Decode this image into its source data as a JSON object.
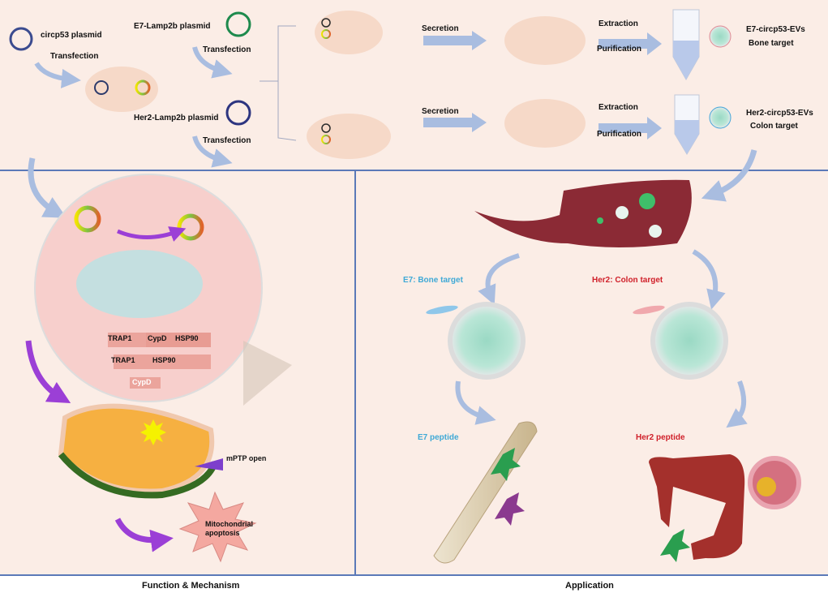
{
  "figure": {
    "sections": {
      "function_mechanism": "Function & Mechanism",
      "application": "Application"
    },
    "top": {
      "circp53_plasmid": "circp53 plasmid",
      "transfection_1": "Transfection",
      "e7_plasmid": "E7-Lamp2b plasmid",
      "transfection_2": "Transfection",
      "her2_plasmid": "Her2-Lamp2b plasmid",
      "transfection_3": "Transfection",
      "secretion_1": "Secretion",
      "secretion_2": "Secretion",
      "extraction_1": "Extraction",
      "purification_1": "Purification",
      "extraction_2": "Extraction",
      "purification_2": "Purification",
      "e7_evs": "E7-circp53-EVs",
      "e7_target": "Bone target",
      "her2_evs": "Her2-circp53-EVs",
      "her2_target": "Colon target"
    },
    "mechanism": {
      "complex_row1": [
        "TRAP1",
        "CypD",
        "HSP90"
      ],
      "complex_row2": [
        "TRAP1",
        "HSP90"
      ],
      "released": "CypD",
      "mptp": "mPTP open",
      "apoptosis_line1": "Mitochondrial",
      "apoptosis_line2": "apoptosis"
    },
    "application": {
      "e7_title": "E7: Bone target",
      "her2_title": "Her2: Colon target",
      "e7_peptide": "E7 peptide",
      "her2_peptide": "Her2 peptide"
    },
    "colors": {
      "background": "#fbede6",
      "divider": "#5b79b8",
      "arrow_blue": "#a9bde0",
      "arrow_purple": "#9b3fd6",
      "e7_label": "#3fa9d6",
      "her2_label": "#d0202a",
      "liver": "#8b2a35",
      "mito_orange": "#f6b041"
    }
  }
}
